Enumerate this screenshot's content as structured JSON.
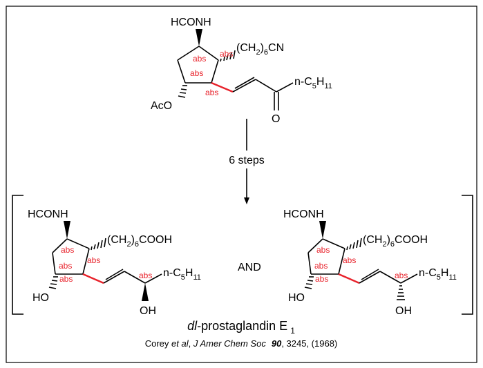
{
  "top": {
    "substituent_top": "HCONH",
    "chain_base": "(CH",
    "chain_sub1": "2",
    "chain_mid": ")",
    "chain_sub2": "6",
    "chain_end": "CN",
    "right_group": "n-C",
    "right_sub1": "5",
    "right_h": "H",
    "right_sub2": "11",
    "oxo": "O",
    "acetoxy": "AcO",
    "stereo_label": "abs"
  },
  "arrow": {
    "label": "6 steps"
  },
  "left_isomer": {
    "substituent_top": "HCONH",
    "chain_base": "(CH",
    "chain_sub1": "2",
    "chain_mid": ")",
    "chain_sub2": "6",
    "chain_end": "COOH",
    "right_group": "n-C",
    "right_sub1": "5",
    "right_h": "H",
    "right_sub2": "11",
    "hydroxy_ring": "HO",
    "hydroxy_chain": "OH",
    "stereo_label": "abs"
  },
  "connector": "AND",
  "right_isomer": {
    "substituent_top": "HCONH",
    "chain_base": "(CH",
    "chain_sub1": "2",
    "chain_mid": ")",
    "chain_sub2": "6",
    "chain_end": "COOH",
    "right_group": "n-C",
    "right_sub1": "5",
    "right_h": "H",
    "right_sub2": "11",
    "hydroxy_ring": "HO",
    "hydroxy_chain": "OH",
    "stereo_label": "abs"
  },
  "product_name": {
    "italic_prefix": "dl",
    "main": "-prostaglandin E",
    "subscript": "1"
  },
  "citation": {
    "author": "Corey ",
    "et_al": "et al",
    "sep1": ", ",
    "journal": "J Amer Chem Soc",
    "volume": "90",
    "rest": ", 3245, (1968)"
  },
  "colors": {
    "stereo": "#e8212a",
    "frame": "#000000"
  }
}
